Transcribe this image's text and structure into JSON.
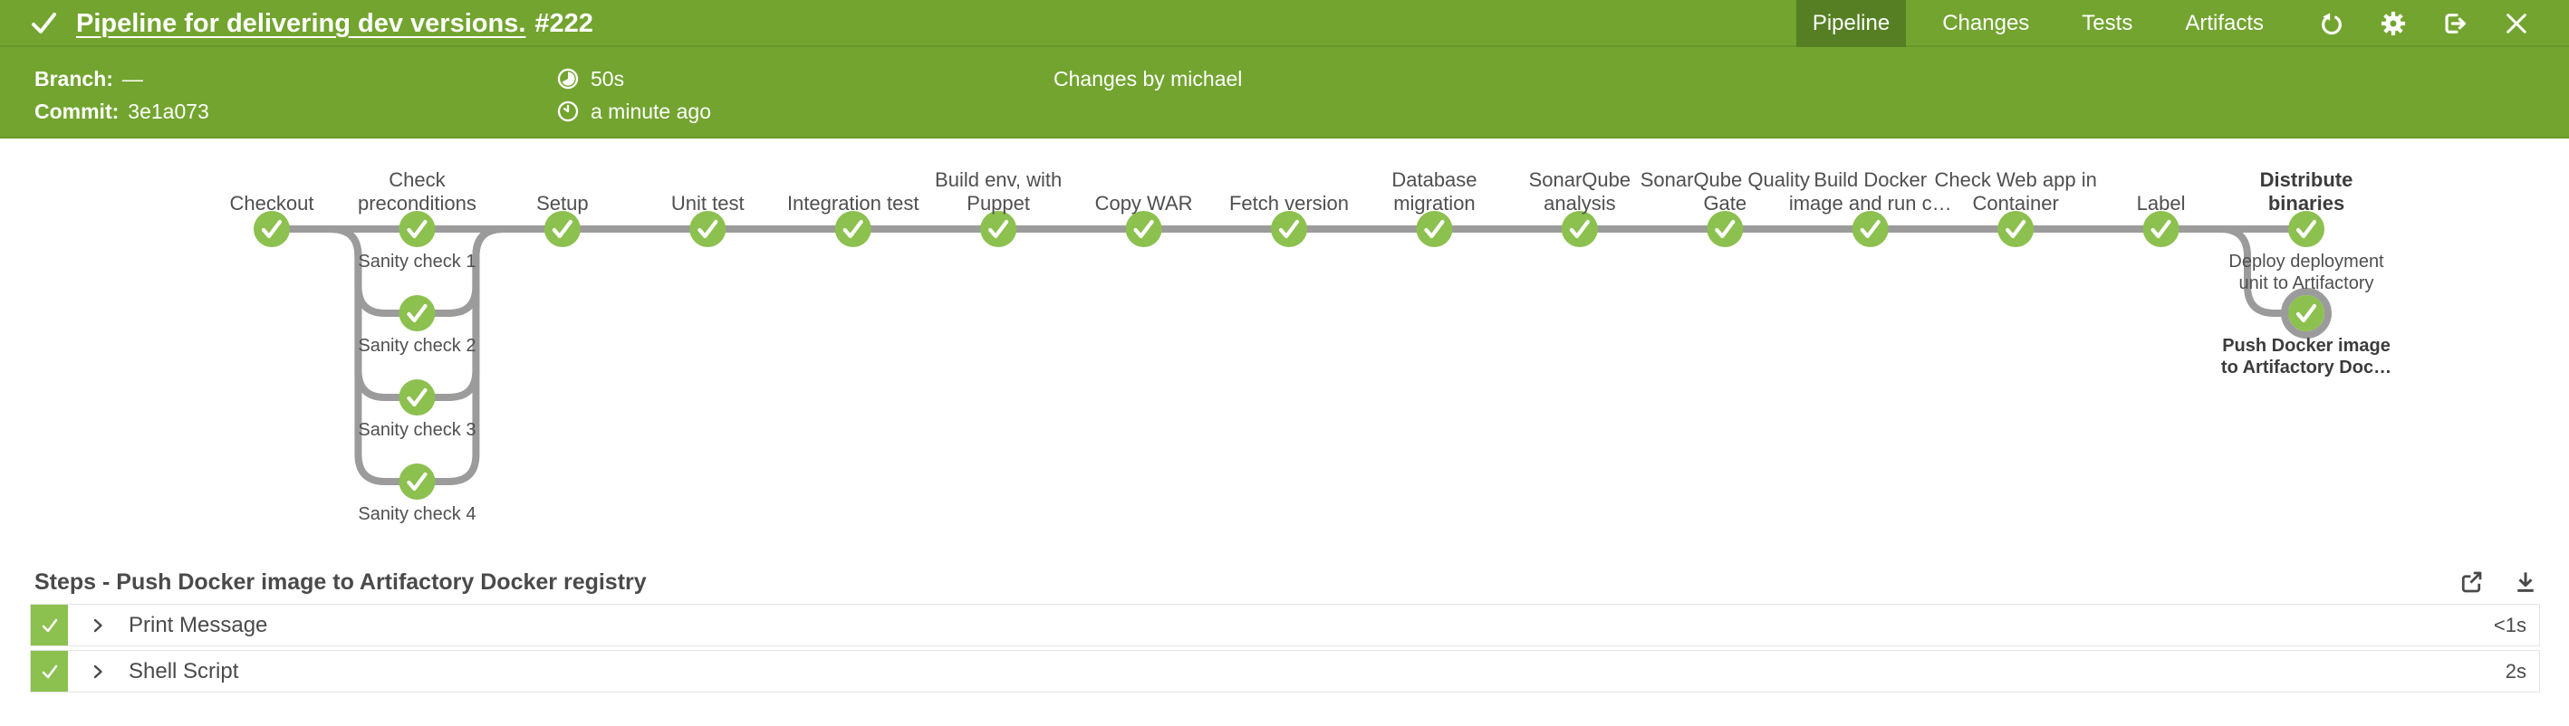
{
  "header": {
    "status": "success",
    "title": "Pipeline for delivering dev versions.",
    "run_number": "#222",
    "tabs": [
      {
        "label": "Pipeline",
        "active": true
      },
      {
        "label": "Changes",
        "active": false
      },
      {
        "label": "Tests",
        "active": false
      },
      {
        "label": "Artifacts",
        "active": false
      }
    ],
    "action_icons": [
      "rerun-icon",
      "settings-icon",
      "exit-icon",
      "close-icon"
    ]
  },
  "info_bar": {
    "branch_label": "Branch:",
    "branch_value": "—",
    "commit_label": "Commit:",
    "commit_value": "3e1a073",
    "duration": "50s",
    "time_ago": "a minute ago",
    "changes": "Changes by michael"
  },
  "pipeline": {
    "node_color": "#8CC04F",
    "line_color": "#9B9B9B",
    "stages": [
      {
        "label": "Checkout",
        "status": "success"
      },
      {
        "label": "Check preconditions",
        "status": "success",
        "branches": [
          {
            "label": "Sanity check 1",
            "status": "success"
          },
          {
            "label": "Sanity check 2",
            "status": "success"
          },
          {
            "label": "Sanity check 3",
            "status": "success"
          },
          {
            "label": "Sanity check 4",
            "status": "success"
          }
        ]
      },
      {
        "label": "Setup",
        "status": "success"
      },
      {
        "label": "Unit test",
        "status": "success"
      },
      {
        "label": "Integration test",
        "status": "success"
      },
      {
        "label": "Build env, with Puppet",
        "status": "success"
      },
      {
        "label": "Copy WAR",
        "status": "success"
      },
      {
        "label": "Fetch version",
        "status": "success"
      },
      {
        "label": "Database migration",
        "status": "success"
      },
      {
        "label": "SonarQube analysis",
        "status": "success"
      },
      {
        "label": "SonarQube Quality Gate",
        "status": "success"
      },
      {
        "label": "Build Docker image and run c…",
        "status": "success"
      },
      {
        "label": "Check Web app in Container",
        "status": "success"
      },
      {
        "label": "Label",
        "status": "success"
      },
      {
        "label": "Distribute binaries",
        "status": "success",
        "selected": true,
        "branches": [
          {
            "label": "Deploy deployment unit to Artifactory",
            "status": "success"
          },
          {
            "label": "Push Docker image to Artifactory Doc…",
            "status": "success",
            "selected": true
          }
        ]
      }
    ]
  },
  "steps": {
    "heading": "Steps - Push Docker image to Artifactory Docker registry",
    "toolbar_icons": [
      "open-in-new-icon",
      "download-icon"
    ],
    "rows": [
      {
        "label": "Print Message",
        "duration": "<1s",
        "status": "success"
      },
      {
        "label": "Shell Script",
        "duration": "2s",
        "status": "success"
      }
    ]
  }
}
